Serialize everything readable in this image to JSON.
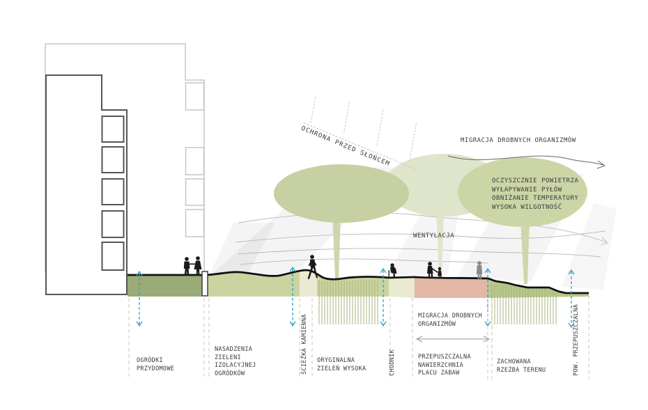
{
  "annotations": {
    "sun_protection": "OCHRONA PRZED SŁOŃCEM",
    "migration_top": "MIGRACJA DROBNYCH ORGANIZMÓW",
    "tree_benefits": "OCZYSZCZNIE POWIETRZA\nWYŁAPYWANIE PYŁÓW\nOBNIŻANIE TEMPERATURY\nWYSOKA WILGOTNOŚĆ",
    "ventilation": "WENTYLACJA",
    "migration_bottom": "MIGRACJA DROBNYCH\nORGANIZMÓW"
  },
  "zone_labels": {
    "private_gardens": "OGRÓDKI\nPRZYDOMOWE",
    "isolation_greenery": "NASADZENIA\nZIELENI\nIZOLACYJNEJ\nOGRÓDKÓW",
    "stone_path": "ŚCIEŻKA KAMIENNA",
    "original_tall_greenery": "ORYGINALNA\nZIELEŃ WYSOKA",
    "sidewalk": "CHODNIK",
    "playground_surface": "PRZEPUSZCZALNA\nNAWIERZCHNIA\nPLACU ZABAW",
    "preserved_terrain": "ZACHOWANA\nRZEŹBA TERENU",
    "permeable_surface": "POW. PRZEPUSZCZALNA"
  },
  "colors": {
    "zone_private_gardens": "#9aab78",
    "zone_light_green": "#c9d4a0",
    "zone_stone_path": "#eae9d2",
    "zone_sidewalk": "#eae9d2",
    "zone_playground": "#e3b7a5",
    "zone_preserved": "#b6c98b",
    "canopy_front_left": "#c6d0a2",
    "canopy_back": "#dfe5cb",
    "canopy_front_right": "#cbd5a6",
    "trunk_front": "#ccd7ad",
    "trunk_back": "#e0e6cc",
    "root_hatch": "#a9b37e",
    "water_arrow_blue": "#2e9fc7",
    "guide_dash": "#cdc6ad",
    "ground_line": "#111111",
    "building_front_stroke": "#555555",
    "building_back_stroke": "#c6c6c6",
    "flow_line_gray": "#b8b8b8",
    "silhouette_black": "#1a1a1a",
    "silhouette_gray": "#8a8a8a"
  }
}
